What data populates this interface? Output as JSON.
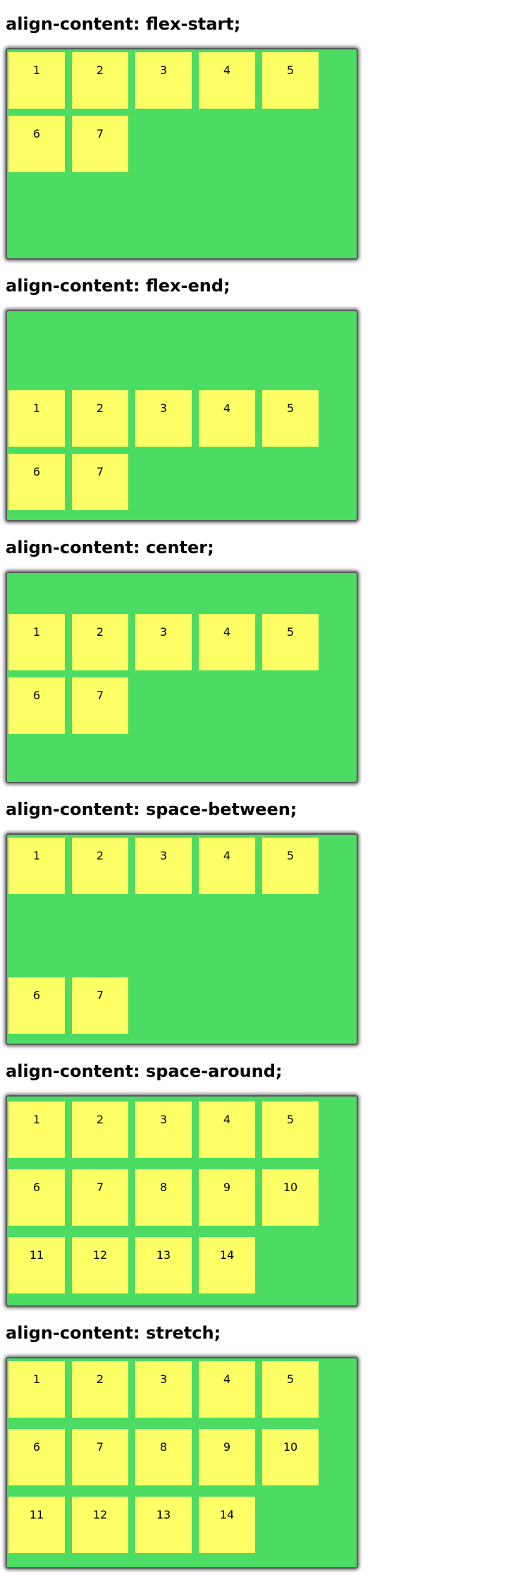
{
  "colors": {
    "container_bg": "#4cdb63",
    "item_bg": "#ffff66",
    "border": "#5a5a5a"
  },
  "sections": [
    {
      "heading": "align-content: flex-start;",
      "mode": "flex-start",
      "items": [
        "1",
        "2",
        "3",
        "4",
        "5",
        "6",
        "7"
      ]
    },
    {
      "heading": "align-content: flex-end;",
      "mode": "flex-end",
      "items": [
        "1",
        "2",
        "3",
        "4",
        "5",
        "6",
        "7"
      ]
    },
    {
      "heading": "align-content: center;",
      "mode": "center",
      "items": [
        "1",
        "2",
        "3",
        "4",
        "5",
        "6",
        "7"
      ]
    },
    {
      "heading": "align-content: space-between;",
      "mode": "space-between",
      "items": [
        "1",
        "2",
        "3",
        "4",
        "5",
        "6",
        "7"
      ]
    },
    {
      "heading": "align-content: space-around;",
      "mode": "space-around",
      "items": [
        "1",
        "2",
        "3",
        "4",
        "5",
        "6",
        "7",
        "8",
        "9",
        "10",
        "11",
        "12",
        "13",
        "14"
      ]
    },
    {
      "heading": "align-content: stretch;",
      "mode": "stretch",
      "items": [
        "1",
        "2",
        "3",
        "4",
        "5",
        "6",
        "7",
        "8",
        "9",
        "10",
        "11",
        "12",
        "13",
        "14"
      ]
    }
  ]
}
